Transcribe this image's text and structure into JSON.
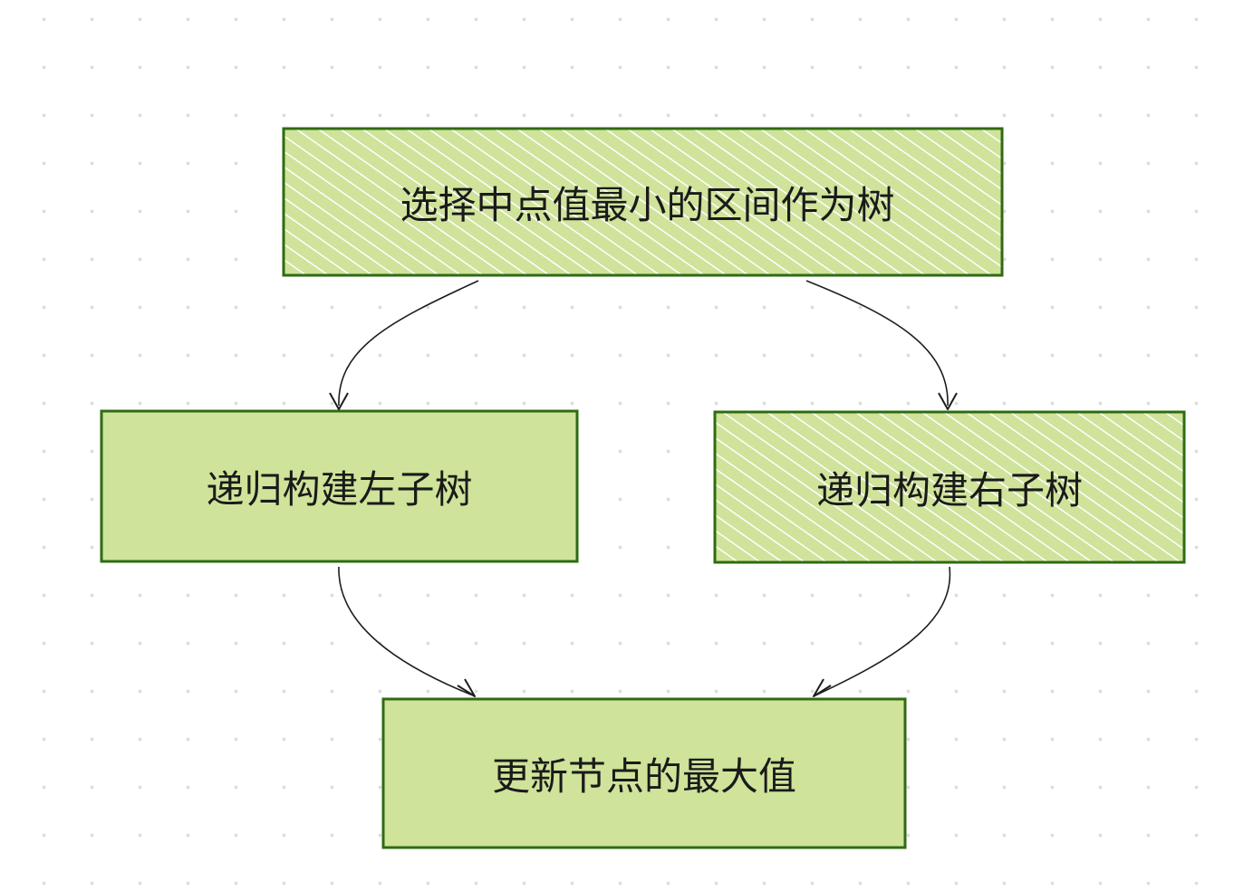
{
  "colors": {
    "fill": "#cfe39a",
    "hatch": "#ffffff",
    "stroke": "#2f6b12",
    "arrow": "#1e1e1e"
  },
  "nodes": {
    "root": {
      "label": "选择中点值最小的区间作为树",
      "style": "hatched"
    },
    "left": {
      "label": "递归构建左子树",
      "style": "solid"
    },
    "right": {
      "label": "递归构建右子树",
      "style": "hatched"
    },
    "update": {
      "label": "更新节点的最大值",
      "style": "solid"
    }
  }
}
